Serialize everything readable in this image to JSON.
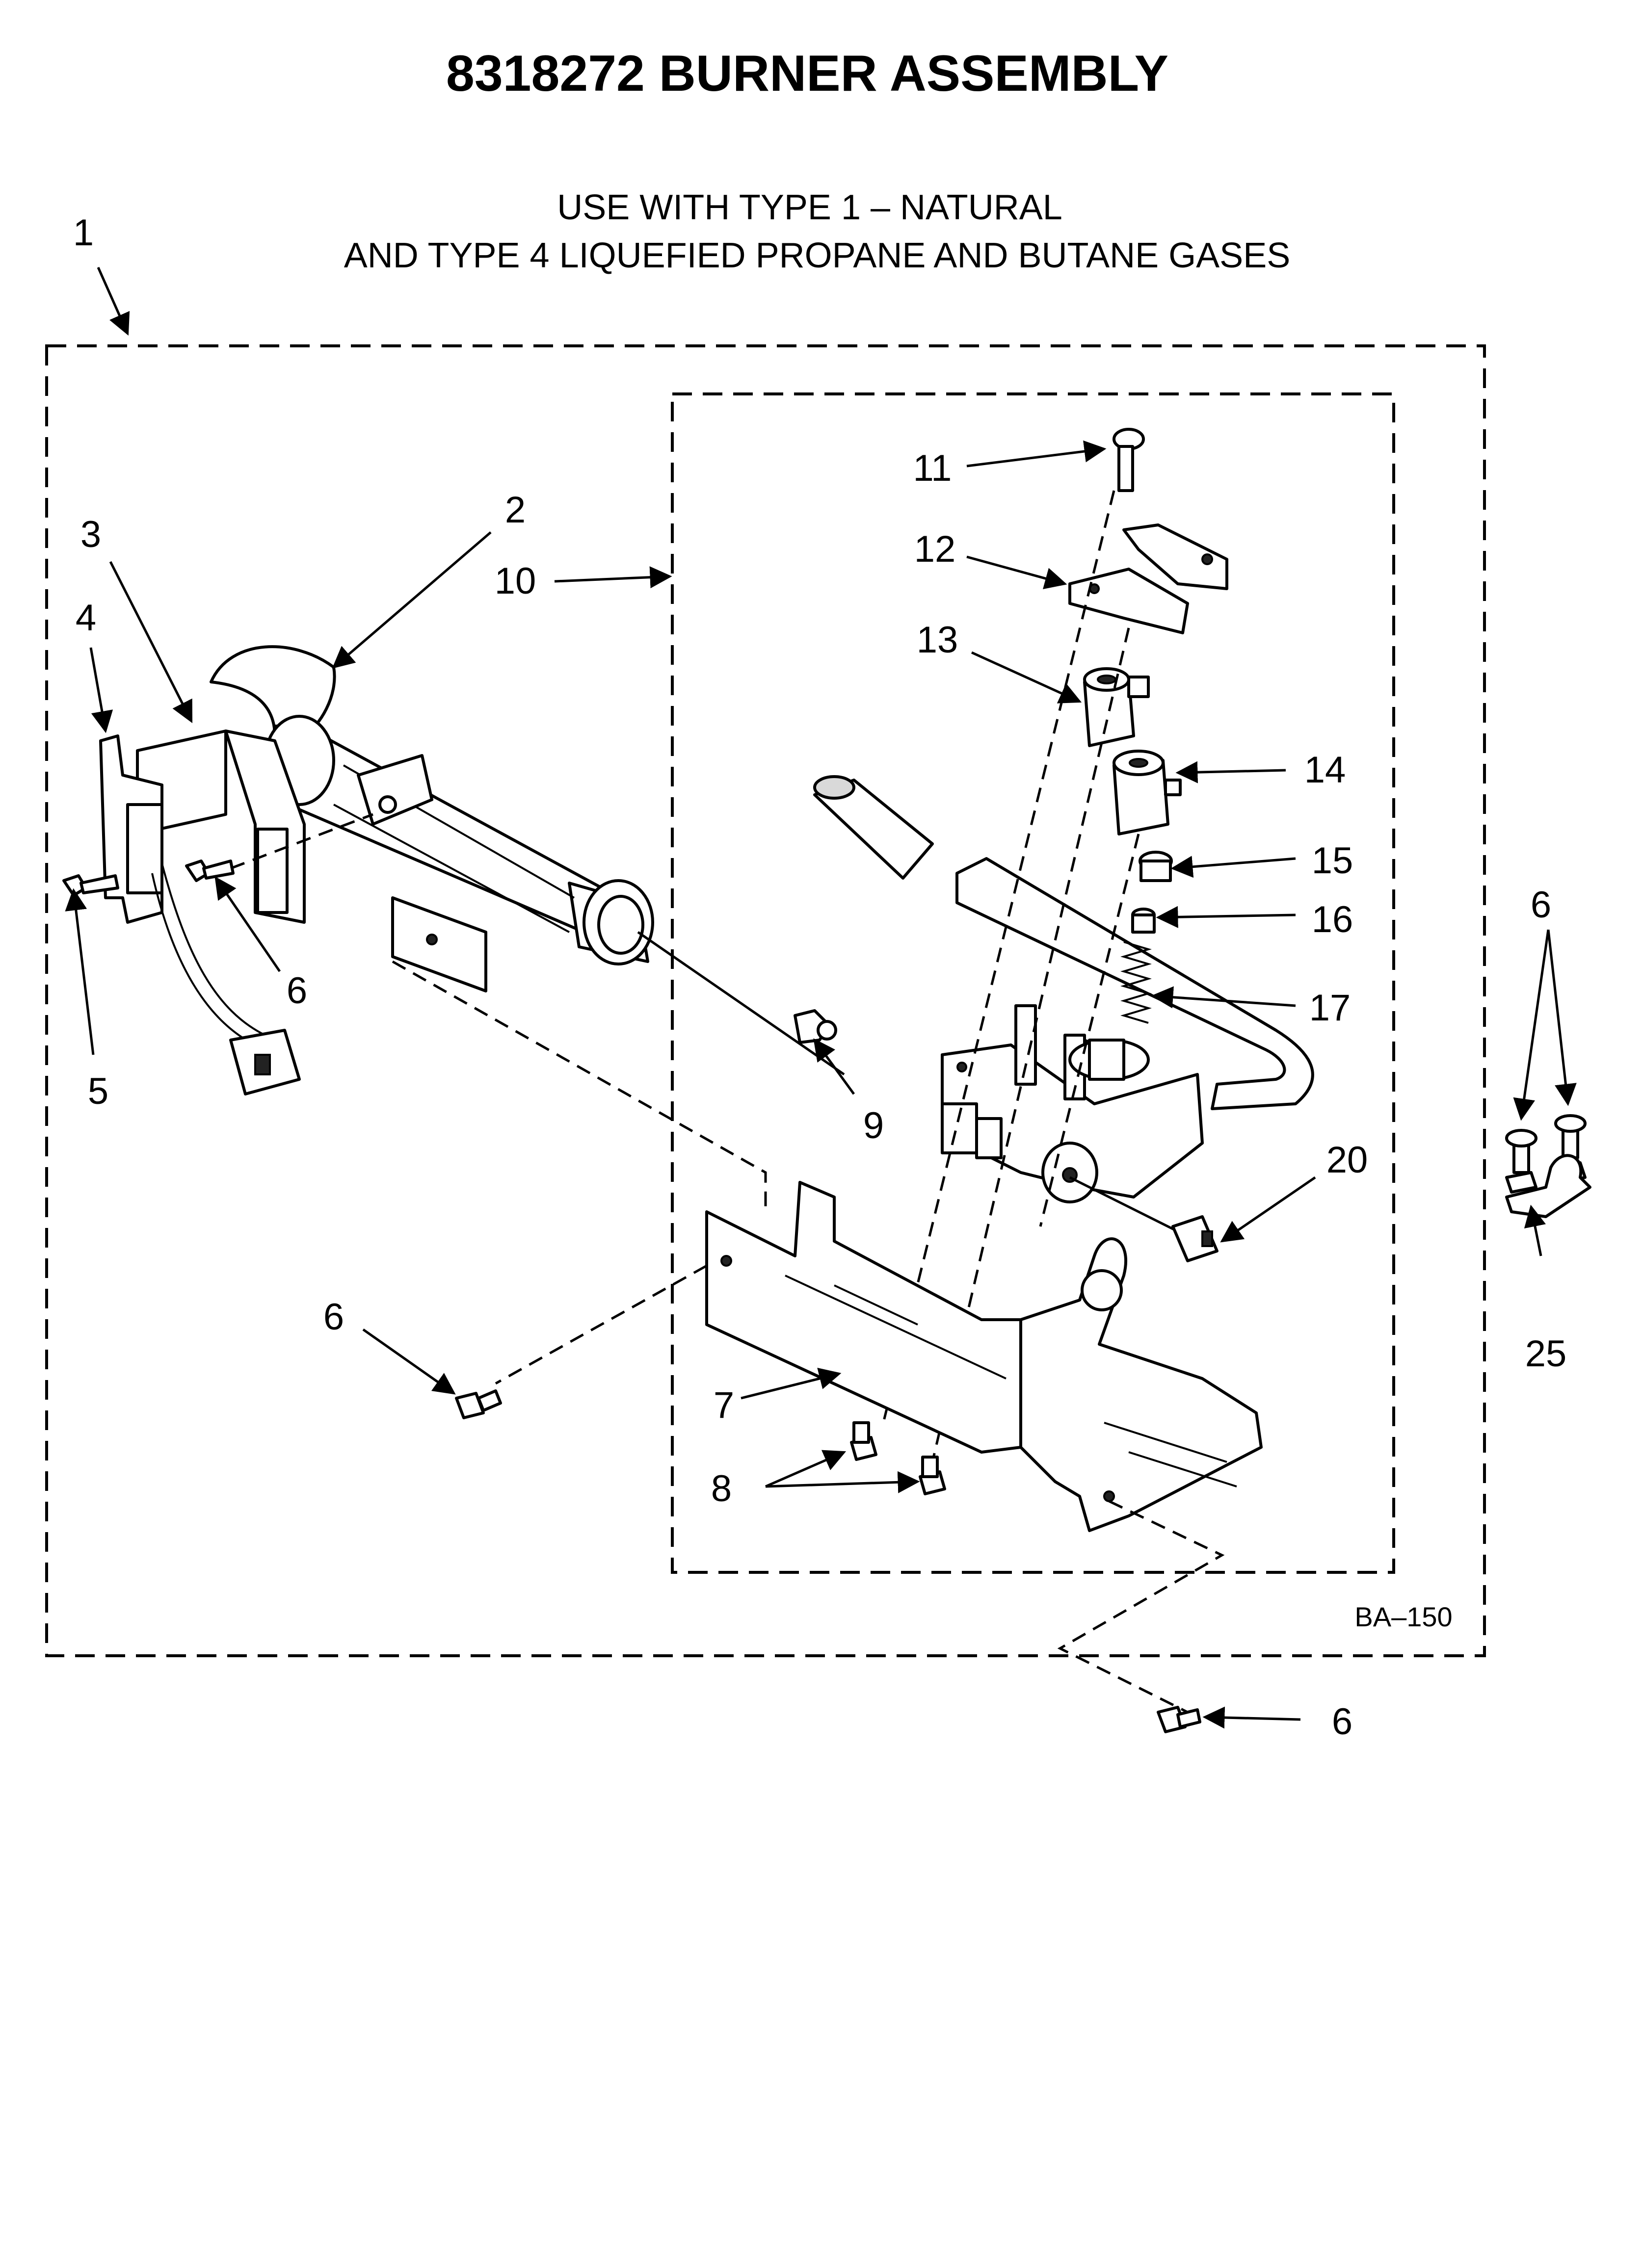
{
  "title": "8318272 BURNER ASSEMBLY",
  "subtitle_line1": "USE WITH TYPE 1 –   NATURAL",
  "subtitle_line2": "AND TYPE 4    LIQUEFIED PROPANE AND BUTANE GASES",
  "diagram_code": "BA–150",
  "callouts": {
    "c1": "1",
    "c2": "2",
    "c3": "3",
    "c4": "4",
    "c5": "5",
    "c6a": "6",
    "c6b": "6",
    "c6c": "6",
    "c6d": "6",
    "c7": "7",
    "c8": "8",
    "c9": "9",
    "c10": "10",
    "c11": "11",
    "c12": "12",
    "c13": "13",
    "c14": "14",
    "c15": "15",
    "c16": "16",
    "c17": "17",
    "c20": "20",
    "c25": "25"
  }
}
